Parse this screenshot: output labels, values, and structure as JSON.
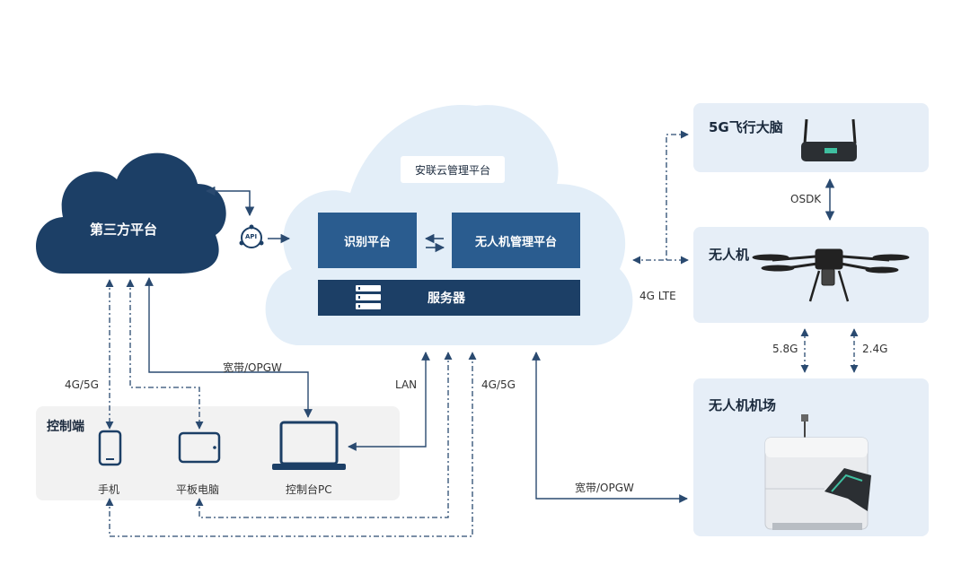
{
  "cloud_platform": {
    "title": "安联云管理平台"
  },
  "third_party": {
    "label": "第三方平台"
  },
  "api_label": "API",
  "recognition": {
    "label": "识别平台"
  },
  "uav_mgmt": {
    "label": "无人机管理平台"
  },
  "server": {
    "label": "服务器"
  },
  "brain": {
    "label": "5G飞行大脑"
  },
  "drone": {
    "label": "无人机"
  },
  "dock": {
    "label": "无人机机场"
  },
  "control": {
    "title": "控制端",
    "phone": "手机",
    "tablet": "平板电脑",
    "pc": "控制台PC"
  },
  "links": {
    "osdk": "OSDK",
    "lte": "4G LTE",
    "g58": "5.8G",
    "g24": "2.4G",
    "broadband_left": "宽带/OPGW",
    "broadband_right": "宽带/OPGW",
    "g45_left": "4G/5G",
    "g45_right": "4G/5G",
    "lan": "LAN"
  },
  "colors": {
    "navy": "#1c3f66",
    "mid_blue": "#2a5c8f",
    "cloud_light": "#e3eef8",
    "panel_light": "#e6eef7",
    "control_bg": "#f2f2f2",
    "line": "#2a4a70"
  }
}
